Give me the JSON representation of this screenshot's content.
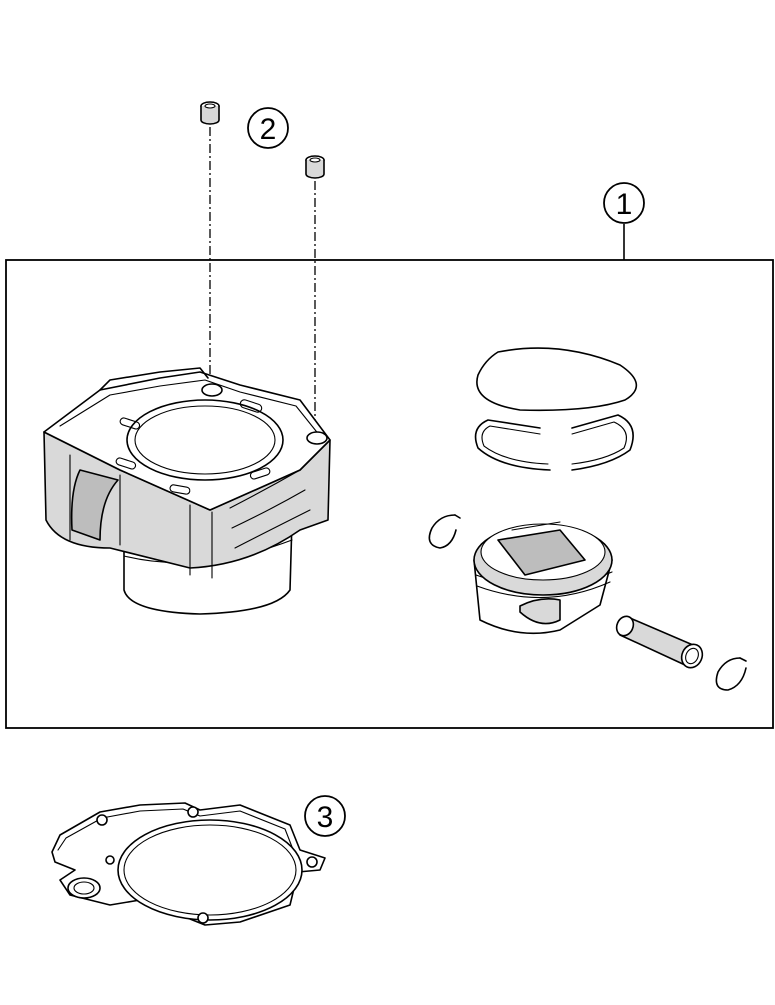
{
  "callouts": [
    {
      "id": "1",
      "label": "1",
      "part": "cylinder-piston-kit"
    },
    {
      "id": "2",
      "label": "2",
      "part": "dowel-sleeves"
    },
    {
      "id": "3",
      "label": "3",
      "part": "cylinder-base-gasket"
    }
  ],
  "colors": {
    "line": "#000000",
    "background": "#ffffff",
    "shade": "#d9d9d9"
  }
}
